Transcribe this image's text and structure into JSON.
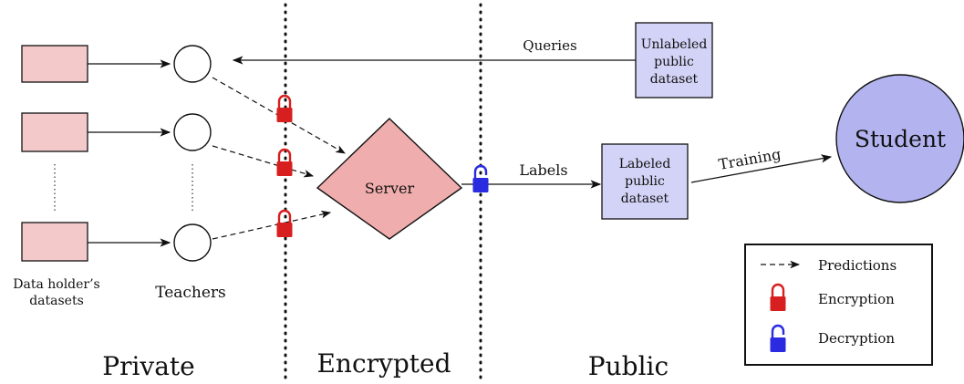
{
  "sections": {
    "private": "Private",
    "encrypted": "Encrypted",
    "public": "Public"
  },
  "labels": {
    "data_holders_line1": "Data holder’s",
    "data_holders_line2": "datasets",
    "teachers": "Teachers",
    "server": "Server",
    "queries": "Queries",
    "labels": "Labels",
    "training": "Training",
    "student": "Student",
    "unlabeled_line1": "Unlabeled",
    "unlabeled_line2": "public",
    "unlabeled_line3": "dataset",
    "labeled_line1": "Labeled",
    "labeled_line2": "public",
    "labeled_line3": "dataset"
  },
  "legend": {
    "predictions": "Predictions",
    "encryption": "Encryption",
    "decryption": "Decryption"
  },
  "colors": {
    "dataset_fill": "#f4c9c9",
    "server_fill": "#f0adad",
    "public_fill": "#d3d3f7",
    "student_fill": "#b3b3f0",
    "lock_red": "#d81f1f",
    "lock_blue": "#2a2ae0"
  },
  "icons": {
    "encryption": "lock-closed-icon",
    "decryption": "lock-open-icon"
  }
}
